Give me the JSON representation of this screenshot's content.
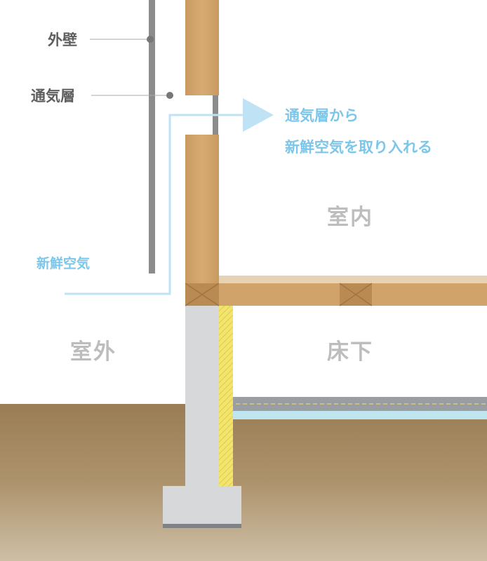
{
  "labels": {
    "outer_wall": "外壁",
    "ventilation_layer": "通気層",
    "fresh_air": "新鮮空気",
    "callout_line1": "通気層から",
    "callout_line2": "新鮮空気を取り入れる",
    "indoor": "室内",
    "outdoor": "室外",
    "underfloor": "床下"
  },
  "colors": {
    "wood": "#d0a36b",
    "wood_dark": "#b98a52",
    "soil": "#a48a62",
    "concrete": "#d7d8da",
    "wall_gray": "#8c8c8c",
    "air_blue": "#bfe3f5",
    "insulation": "#f0e36a"
  }
}
